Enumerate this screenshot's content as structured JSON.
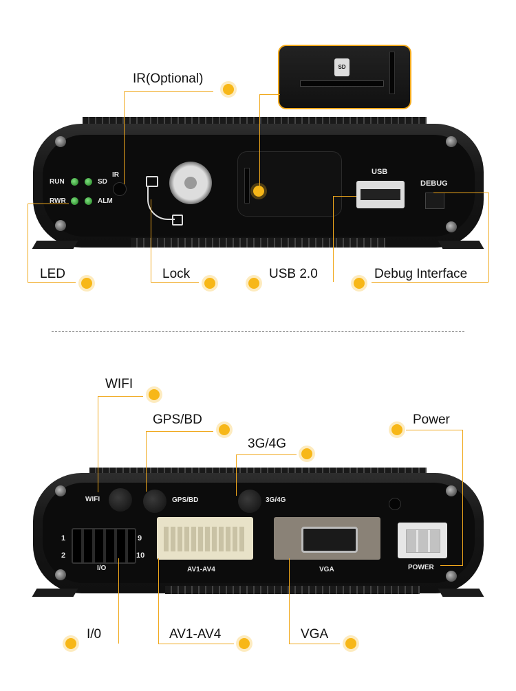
{
  "top_device": {
    "panel_labels": {
      "run": "RUN",
      "sd": "SD",
      "rwr": "RWR",
      "alm": "ALM",
      "ir": "IR",
      "usb": "USB",
      "debug": "DEBUG"
    },
    "sd_card_icon": "SD",
    "callouts": {
      "ir": "IR(Optional)",
      "led": "LED",
      "lock": "Lock",
      "usb": "USB 2.0",
      "debug": "Debug Interface"
    }
  },
  "bottom_device": {
    "panel_labels": {
      "wifi": "WIFI",
      "gps": "GPS/BD",
      "g34": "3G/4G",
      "io": "I/O",
      "pin1": "1",
      "pin2": "2",
      "pin9": "9",
      "pin10": "10",
      "av": "AV1-AV4",
      "vga": "VGA",
      "power": "POWER"
    },
    "callouts": {
      "wifi": "WIFI",
      "gps": "GPS/BD",
      "g34": "3G/4G",
      "power": "Power",
      "io": "I/0",
      "av": "AV1-AV4",
      "vga": "VGA"
    }
  },
  "colors": {
    "accent_dot": "#f7b718",
    "leader_line": "#f0a81c",
    "led_green": "#3cbf3c"
  }
}
